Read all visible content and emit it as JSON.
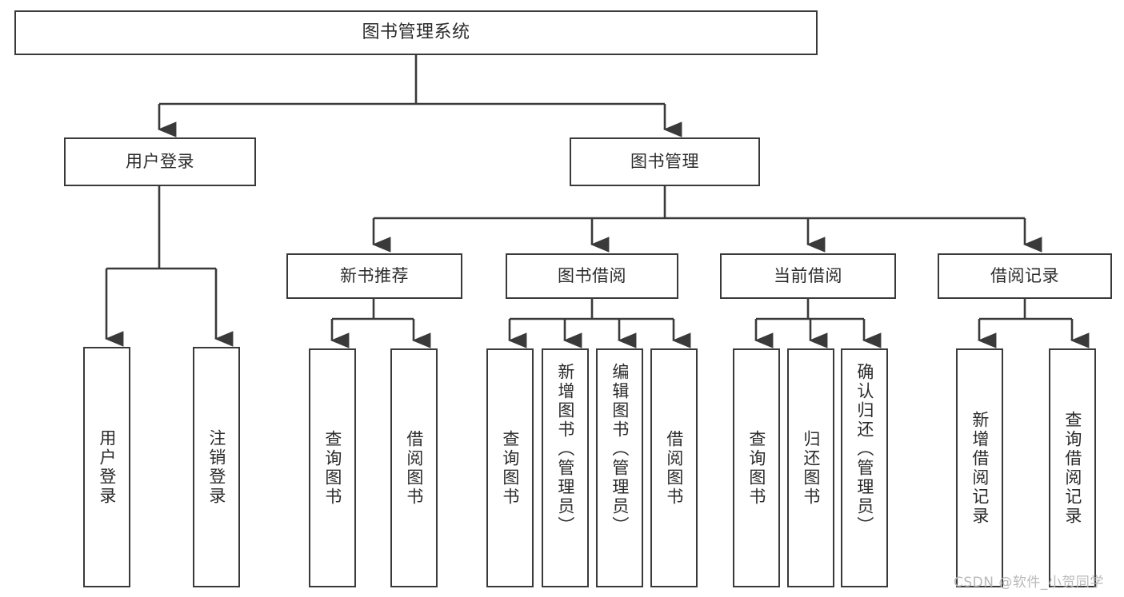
{
  "diagram": {
    "type": "tree",
    "title": "图书管理系统",
    "watermark": "CSDN @软件_小贺同学",
    "colors": {
      "box_border": "#3a3a3a",
      "box_fill": "#ffffff",
      "connector": "#3a3a3a",
      "text": "#2b2b2b",
      "watermark": "#b9b9b9",
      "background": "#ffffff"
    },
    "levels": {
      "root": "图书管理系统",
      "level2": [
        "用户登录",
        "图书管理"
      ],
      "level3": [
        "新书推荐",
        "图书借阅",
        "当前借阅",
        "借阅记录"
      ]
    },
    "nodes": {
      "root": {
        "label": "图书管理系统"
      },
      "user_login": {
        "label": "用户登录"
      },
      "book_manage": {
        "label": "图书管理"
      },
      "new_book_rec": {
        "label": "新书推荐"
      },
      "book_borrow": {
        "label": "图书借阅"
      },
      "current_borrow": {
        "label": "当前借阅"
      },
      "borrow_record": {
        "label": "借阅记录"
      },
      "leaf_user_login": {
        "label": "用户登录"
      },
      "leaf_logout": {
        "label": "注销登录"
      },
      "leaf_query_book_1": {
        "label": "查询图书"
      },
      "leaf_borrow_book_1": {
        "label": "借阅图书"
      },
      "leaf_query_book_2": {
        "label": "查询图书"
      },
      "leaf_add_book": {
        "label": "新增图书（管理员）"
      },
      "leaf_edit_book": {
        "label": "编辑图书（管理员）"
      },
      "leaf_borrow_book_2": {
        "label": "借阅图书"
      },
      "leaf_query_book_3": {
        "label": "查询图书"
      },
      "leaf_return_book": {
        "label": "归还图书"
      },
      "leaf_confirm_return": {
        "label": "确认归还（管理员）"
      },
      "leaf_add_record": {
        "label": "新增借阅记录"
      },
      "leaf_query_record": {
        "label": "查询借阅记录"
      }
    }
  }
}
